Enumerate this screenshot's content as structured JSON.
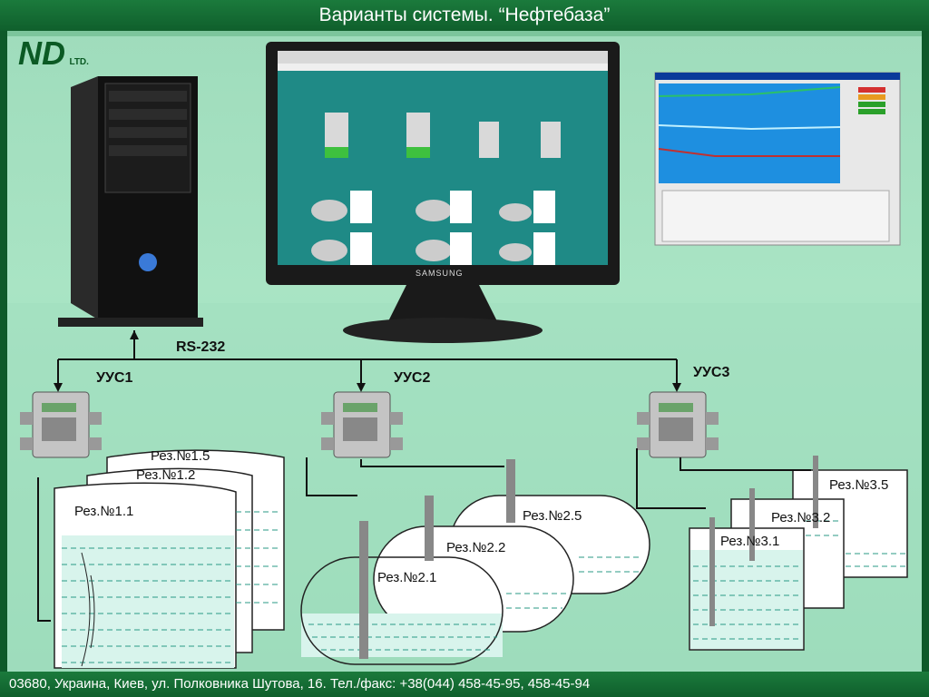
{
  "title": "Варианты системы. “Нефтебаза”",
  "logo": {
    "main": "ND",
    "sub": "LTD."
  },
  "footer": "03680, Украина, Киев, ул. Полковника Шутова, 16. Тел./факс: +38(044) 458-45-95, 458-45-94",
  "bus_label": "RS-232",
  "monitor_brand": "SAMSUNG",
  "units": [
    {
      "label": "УУС1"
    },
    {
      "label": "УУС2"
    },
    {
      "label": "УУС3"
    }
  ],
  "tanks_group1": [
    "Рез.№1.5",
    "Рез.№1.2",
    "Рез.№1.1"
  ],
  "tanks_group2": [
    "Рез.№2.5",
    "Рез.№2.2",
    "Рез.№2.1"
  ],
  "tanks_group3": [
    "Рез.№3.5",
    "Рез.№3.2",
    "Рез.№3.1"
  ],
  "colors": {
    "header": "#0f5f2c",
    "background": "#a9e4c4",
    "screen": "#1f8a86",
    "accent_green": "#22c022"
  }
}
